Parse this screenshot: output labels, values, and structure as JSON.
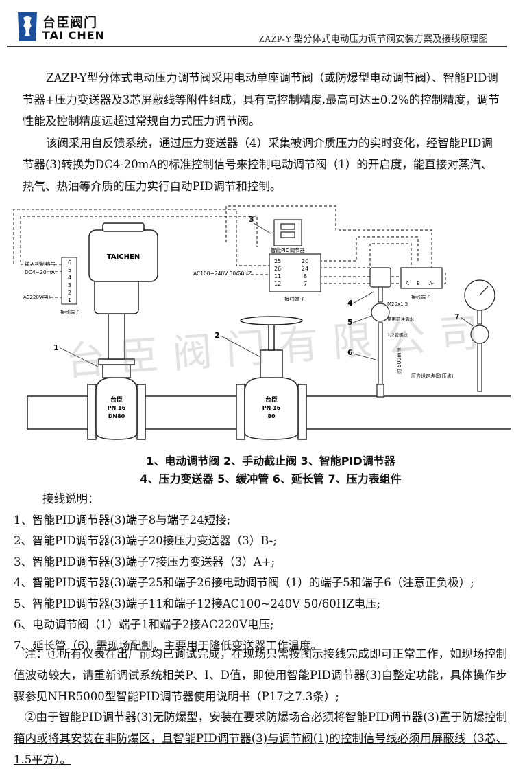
{
  "header": {
    "logo_cn": "台臣阀门",
    "logo_en": "TAI CHEN",
    "doc_title": "ZAZP-Y 型分体式电动压力调节阀安装方案及接线原理图"
  },
  "intro": {
    "p1": "ZAZP-Y型分体式电动压力调节阀采用电动单座调节阀（或防爆型电动调节阀）、智能PID调节器+压力变送器及3芯屏蔽线等附件组成，具有高控制精度,最高可达±0.2%的控制精度，调节性能及控制精度远超过常规自力式压力调节阀。",
    "p2": "该阀采用自反馈系统，通过压力变送器（4）采集被调介质压力的实时变化，经智能PID调节器(3)转换为DC4-20mA的标准控制信号来控制电动调节阀（1）的开启度，能直接对蒸汽、热气、热油等介质的压力实行自动PID调节和控制。"
  },
  "diagram": {
    "actuator_brand": "TAICHEN",
    "valve1_brand": "台臣",
    "valve1_pn": "PN 16",
    "valve1_dn": "DN80",
    "valve2_brand": "台臣",
    "valve2_pn": "PN 16",
    "valve2_dn": "80",
    "input_signal_label": "输入控制信号",
    "input_signal_value": "DC4~20mA",
    "ac220_label": "AC220V电压",
    "terminal_label": "接线端子",
    "actuator_terminals": [
      "6",
      "5",
      "4",
      "3",
      "2",
      "1"
    ],
    "controller_title": "智能PID调节器",
    "controller_terminal_label": "接线端子",
    "controller_left_terminals": [
      "25",
      "26",
      "11",
      "12"
    ],
    "controller_right_terminals": [
      "20",
      "24",
      "8",
      "7"
    ],
    "ac_supply_label": "AC100~240V 50/60HZ",
    "transmitter_terminal_label": "接线端子",
    "transmitter_terminals": [
      "A",
      "B",
      "A-"
    ],
    "thread_label": "M20x1.5",
    "seal_label": "使用前注满水",
    "pipe_thread_label": "1/2管螺纹",
    "length_label": "约 500mm",
    "pressure_point_label": "压力设定点(取压点)",
    "callouts": [
      "1",
      "2",
      "3",
      "4",
      "5",
      "6",
      "7"
    ]
  },
  "watermark": "台臣阀门有限公司",
  "legend": {
    "line1": "1、电动调节阀 2、手动截止阀 3、智能PID调节器",
    "line2": "4、压力变送器 5、缓冲管 6、延长管 7、压力表组件"
  },
  "wiring": {
    "title": "接线说明：",
    "items": [
      "1、智能PID调节器(3)端子8与端子24短接;",
      "2、智能PID调节器(3)端子20接压力变送器（3）B-;",
      "3、智能PID调节器(3)端子7接压力变送器（3）A+;",
      "4、智能PID调节器(3)端子25和端子26接电动调节阀（1）的端子5和端子6（注意正负极）;",
      "5、智能PID调节器(3)端子11和端子12接AC100~240V 50/60HZ电压;",
      "6、电动调节阀（1）端子1和端子2接AC220V电压;",
      "7、延长管（6）需现场配制，主要用于降低变送器工作温度。"
    ]
  },
  "notes": {
    "n1": "注：①所有仪表在出厂前均已调试完成，在现场只需按图示接线完成即可正常工作，如现场控制值波动较大，请重新调试系统相关P、I、D值，即使用智能PID调节器(3)自整定功能，具体操作步骤参见NHR5000型智能PID调节器使用说明书（P17之7.3条）;",
    "n2": "②由于智能PID调节器(3)无防爆型，安装在要求防爆场合必须将智能PID调节器(3)置于防爆控制箱内或将其安装在非防爆区，且智能PID调节器(3)与调节阀(1)的控制信号线必须用屏蔽线（3芯、1.5平方）。"
  }
}
